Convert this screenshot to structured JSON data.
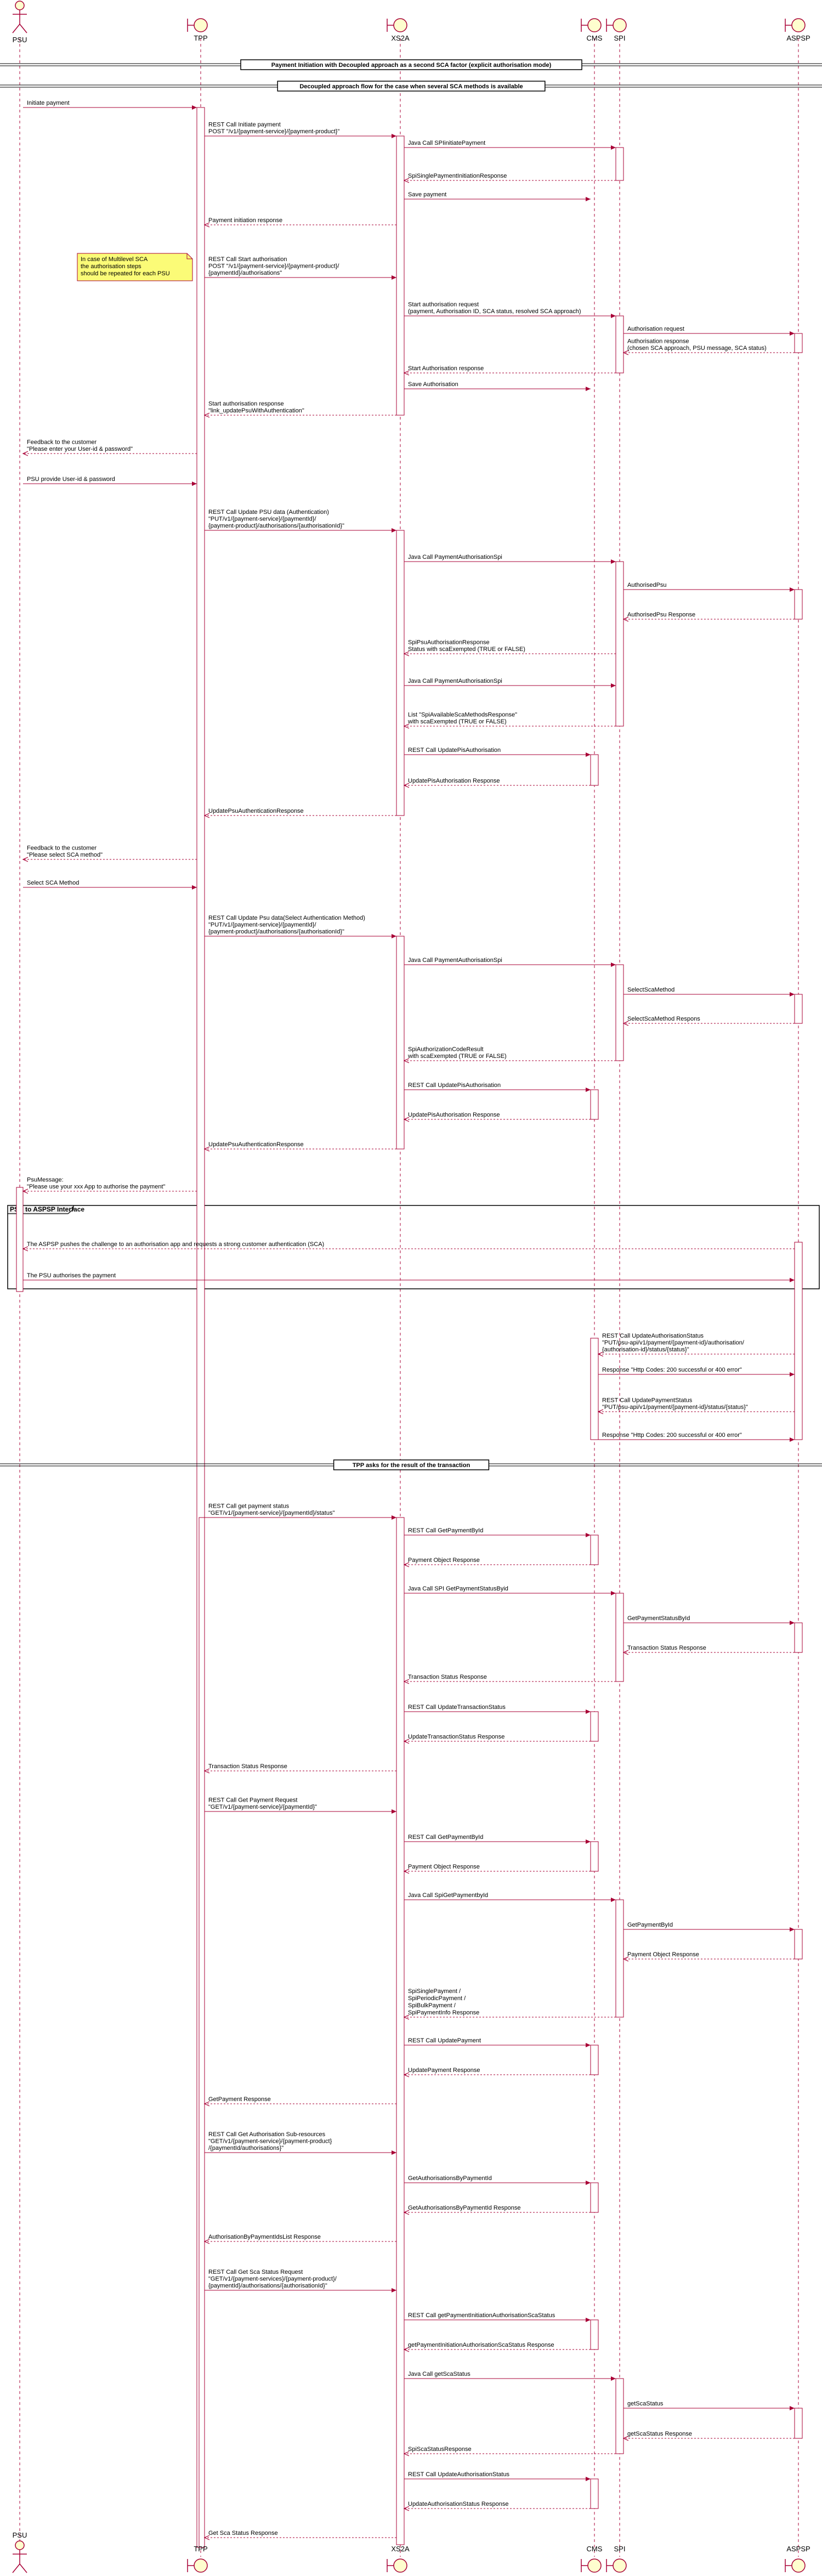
{
  "participants": [
    {
      "id": "psu",
      "label": "PSU",
      "kind": "actor"
    },
    {
      "id": "tpp",
      "label": "TPP",
      "kind": "boundary"
    },
    {
      "id": "xs2a",
      "label": "XS2A",
      "kind": "boundary"
    },
    {
      "id": "cms",
      "label": "CMS",
      "kind": "boundary"
    },
    {
      "id": "spi",
      "label": "SPI",
      "kind": "boundary"
    },
    {
      "id": "aspsp",
      "label": "ASPSP",
      "kind": "boundary"
    }
  ],
  "sections": [
    {
      "id": "s1",
      "label": "Payment Initiation with Decoupled approach as a second SCA factor (explicit authorisation mode)"
    },
    {
      "id": "s2",
      "label": "Decoupled approach flow for the case when several SCA methods is available"
    },
    {
      "id": "s3",
      "label": "TPP asks for the result of the transaction"
    }
  ],
  "group": {
    "label": "PSU to ASPSP Interface"
  },
  "note": {
    "lines": [
      "In case of Multilevel SCA",
      "the authorisation steps",
      "should be repeated for each PSU"
    ]
  },
  "messages": [
    {
      "lines": [
        "Initiate payment"
      ]
    },
    {
      "lines": [
        "REST Call Initiate payment",
        "POST \"/v1/{payment-service}/{payment-product}\""
      ]
    },
    {
      "lines": [
        "Java Call SPIinitiatePayment"
      ]
    },
    {
      "lines": [
        "SpiSinglePaymentInitiationResponse"
      ]
    },
    {
      "lines": [
        "Save payment"
      ]
    },
    {
      "lines": [
        "Payment initiation response"
      ]
    },
    {
      "lines": [
        "REST Call Start authorisation",
        "POST \"/v1/{payment-service}/{payment-product}/",
        "{paymentId}/authorisations\""
      ]
    },
    {
      "lines": [
        "Start authorisation request",
        "(payment, Authorisation ID, SCA status, resolved SCA approach)"
      ]
    },
    {
      "lines": [
        "Authorisation request"
      ]
    },
    {
      "lines": [
        "Authorisation response",
        "(chosen SCA approach, PSU message, SCA status)"
      ]
    },
    {
      "lines": [
        "Start Authorisation response"
      ]
    },
    {
      "lines": [
        "Save Authorisation"
      ]
    },
    {
      "lines": [
        "Start authorisation response",
        "\"link_updatePsuWithAuthentication\""
      ]
    },
    {
      "lines": [
        "Feedback to the customer",
        "\"Please enter your User-id & password\""
      ]
    },
    {
      "lines": [
        "PSU provide User-id & password"
      ]
    },
    {
      "lines": [
        "REST Call Update PSU data (Authentication)",
        "\"PUT/v1/{payment-service}/{paymentId}/",
        "{payment-product}/authorisations/{authorisationId}\""
      ]
    },
    {
      "lines": [
        "Java Call PaymentAuthorisationSpi"
      ]
    },
    {
      "lines": [
        "AuthorisedPsu"
      ]
    },
    {
      "lines": [
        "AuthorisedPsu Response"
      ]
    },
    {
      "lines": [
        "SpiPsuAuthorisationResponse",
        "Status with scaExempted (TRUE or FALSE)"
      ]
    },
    {
      "lines": [
        "Java Call PaymentAuthorisationSpi"
      ]
    },
    {
      "lines": [
        "List \"SpiAvailableScaMethodsResponse\"",
        "with scaExempted (TRUE or FALSE)"
      ]
    },
    {
      "lines": [
        "REST Call UpdatePisAuthorisation"
      ]
    },
    {
      "lines": [
        "UpdatePisAuthorisation Response"
      ]
    },
    {
      "lines": [
        "UpdatePsuAuthenticationResponse"
      ]
    },
    {
      "lines": [
        "Feedback to the customer",
        "\"Please select SCA method\""
      ]
    },
    {
      "lines": [
        "Select SCA Method"
      ]
    },
    {
      "lines": [
        "REST Call Update Psu data(Select Authentication Method)",
        "\"PUT/v1/{payment-service}/{paymentId}/",
        "{payment-product}/authorisations/{authorisationId}\""
      ]
    },
    {
      "lines": [
        "Java Call PaymentAuthorisationSpi"
      ]
    },
    {
      "lines": [
        "SelectScaMethod"
      ]
    },
    {
      "lines": [
        "SelectScaMethod Respons"
      ]
    },
    {
      "lines": [
        "SpiAuthorizationCodeResult",
        "with scaExempted (TRUE or FALSE)"
      ]
    },
    {
      "lines": [
        "REST Call UpdatePisAuthorisation"
      ]
    },
    {
      "lines": [
        "UpdatePisAuthorisation Response"
      ]
    },
    {
      "lines": [
        "UpdatePsuAuthenticationResponse"
      ]
    },
    {
      "lines": [
        "PsuMessage:",
        "\"Please use your xxx App to authorise the payment\""
      ]
    },
    {
      "lines": [
        "The ASPSP pushes the challenge to an authorisation app and requests a strong customer authentication (SCA)"
      ]
    },
    {
      "lines": [
        "The PSU authorises the payment"
      ]
    },
    {
      "lines": [
        "REST Call UpdateAuthorisationStatus",
        "\"PUT/psu-api/v1/payment/{payment-id}/authorisation/",
        "{authorisation-id}/status/{status}\""
      ]
    },
    {
      "lines": [
        "Response \"Http Codes: 200 successful or 400 error\""
      ]
    },
    {
      "lines": [
        "REST Call UpdatePaymentStatus",
        "\"PUT/psu-api/v1/payment/{payment-id}/status/{status}\""
      ]
    },
    {
      "lines": [
        "Response \"Http Codes: 200 successful or 400 error\""
      ]
    },
    {
      "lines": [
        "REST Call get payment status",
        "\"GET/v1/{payment-service}/{paymentId}/status\""
      ]
    },
    {
      "lines": [
        "REST Call GetPaymentById"
      ]
    },
    {
      "lines": [
        "Payment Object Response"
      ]
    },
    {
      "lines": [
        "Java Call SPI GetPaymentStatusByid"
      ]
    },
    {
      "lines": [
        "GetPaymentStatusById"
      ]
    },
    {
      "lines": [
        "Transaction Status Response"
      ]
    },
    {
      "lines": [
        "Transaction Status Response"
      ]
    },
    {
      "lines": [
        "REST Call UpdateTransactionStatus"
      ]
    },
    {
      "lines": [
        "UpdateTransactionStatus Response"
      ]
    },
    {
      "lines": [
        "Transaction Status Response"
      ]
    },
    {
      "lines": [
        "REST Call Get Payment Request",
        "\"GET/v1/{payment-service}/{paymentId}\""
      ]
    },
    {
      "lines": [
        "REST Call GetPaymentById"
      ]
    },
    {
      "lines": [
        "Payment Object Response"
      ]
    },
    {
      "lines": [
        "Java Call SpiGetPaymentbyId"
      ]
    },
    {
      "lines": [
        "GetPaymentById"
      ]
    },
    {
      "lines": [
        "Payment Object Response"
      ]
    },
    {
      "lines": [
        "SpiSinglePayment /",
        "SpiPeriodicPayment /",
        "SpiBulkPayment /",
        "SpiPaymentInfo        Response"
      ]
    },
    {
      "lines": [
        "REST Call UpdatePayment"
      ]
    },
    {
      "lines": [
        "UpdatePayment Response"
      ]
    },
    {
      "lines": [
        "GetPayment Response"
      ]
    },
    {
      "lines": [
        "REST Call Get Authorisation Sub-resources",
        "\"GET/v1/{payment-service}/{payment-product}",
        "/{paymentId/authorisations}\""
      ]
    },
    {
      "lines": [
        "GetAuthorisationsByPaymentId"
      ]
    },
    {
      "lines": [
        "GetAuthorisationsByPaymentId Response"
      ]
    },
    {
      "lines": [
        "AuthorisationByPaymentIdsList Response"
      ]
    },
    {
      "lines": [
        "REST Call Get Sca Status Request",
        "\"GET/v1/{payment-services}/{payment-product}/",
        "{paymentId}/authorisations/{authorisationId}\""
      ]
    },
    {
      "lines": [
        "REST Call getPaymentInitiationAuthorisationScaStatus"
      ]
    },
    {
      "lines": [
        "getPaymentInitiationAuthorisationScaStatus Response"
      ]
    },
    {
      "lines": [
        "Java Call getScaStatus"
      ]
    },
    {
      "lines": [
        "getScaStatus"
      ]
    },
    {
      "lines": [
        "getScaStatus Response"
      ]
    },
    {
      "lines": [
        "SpiScaStatusResponse"
      ]
    },
    {
      "lines": [
        "REST Call UpdateAuthorisationStatus"
      ]
    },
    {
      "lines": [
        "UpdateAuthorisationStatus Response"
      ]
    },
    {
      "lines": [
        "Get Sca Status Response"
      ]
    }
  ],
  "colors": {
    "line": "#A80036",
    "lifeline": "#A80036",
    "participantFill": "#FEFECE",
    "noteFill": "#FBFB77",
    "activationFill": "#FFFFFF",
    "separator": "#000000"
  }
}
